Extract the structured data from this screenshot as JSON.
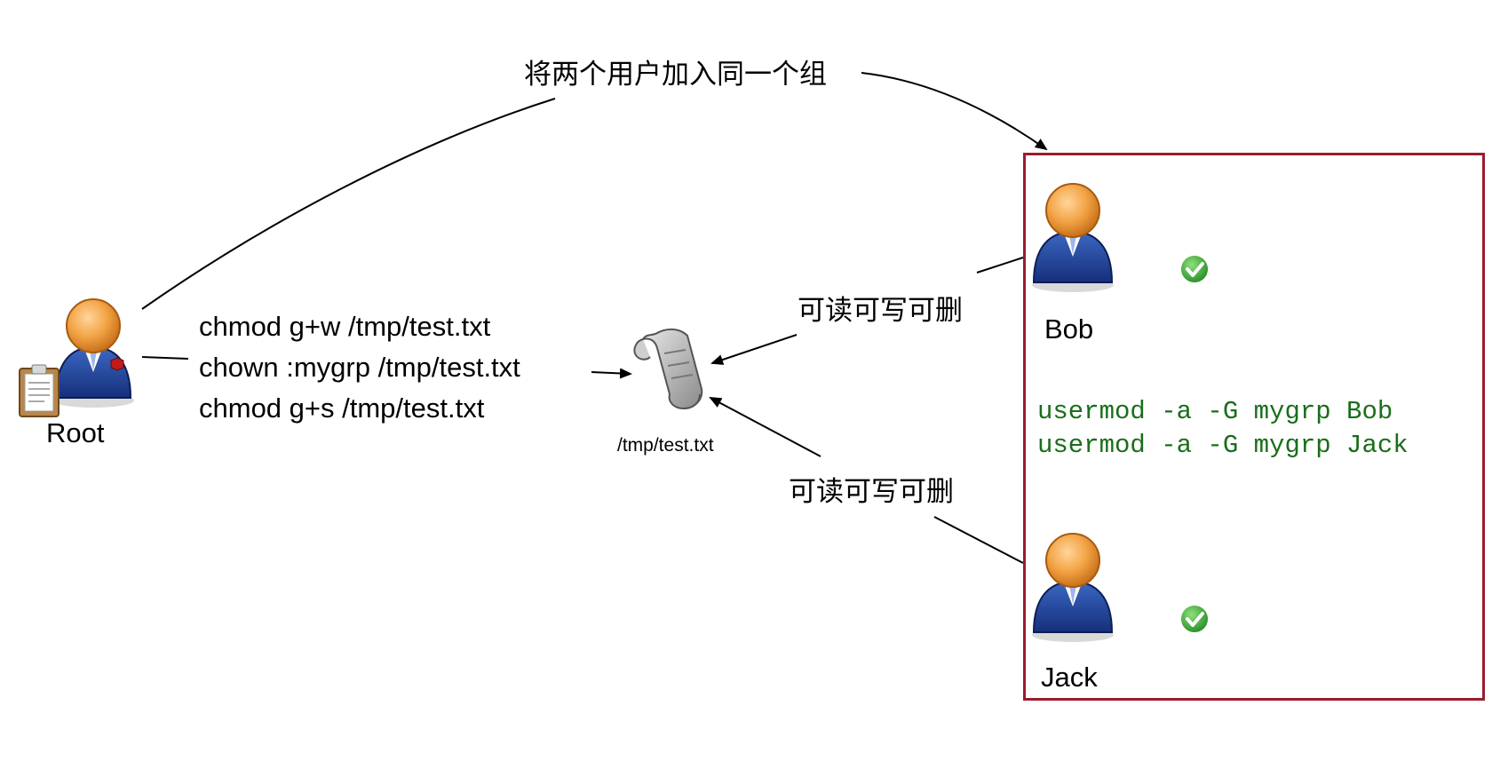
{
  "top_label": "将两个用户加入同一个组",
  "root": {
    "name": "Root"
  },
  "root_commands": [
    "chmod g+w /tmp/test.txt",
    "chown :mygrp /tmp/test.txt",
    "chmod g+s /tmp/test.txt"
  ],
  "file": {
    "name": "/tmp/test.txt"
  },
  "bob_permission": "可读可写可删",
  "jack_permission": "可读可写可删",
  "group": {
    "bob": {
      "name": "Bob",
      "status_icon": "check-icon"
    },
    "jack": {
      "name": "Jack",
      "status_icon": "check-icon"
    },
    "commands": [
      "usermod -a -G mygrp Bob",
      "usermod -a -G mygrp Jack"
    ],
    "border_color": "#9b1c2e",
    "command_color": "#1a6e1a"
  }
}
